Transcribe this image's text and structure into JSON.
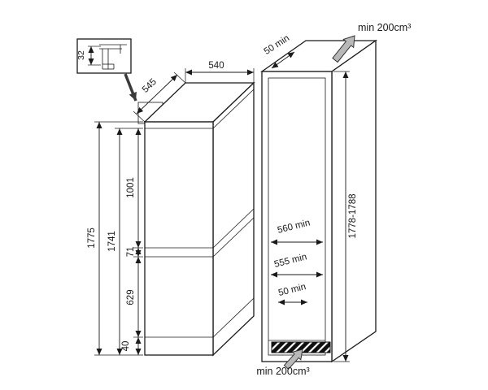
{
  "canvas": {
    "bg": "#ffffff",
    "line_color": "#1a1a1a",
    "vent_arrow_color": "#b8b8b8",
    "vent_hatch_color": "#101010"
  },
  "detail_inset": {
    "dim": "32"
  },
  "appliance": {
    "depth_top": "545",
    "width": "540",
    "height_overall": "1775",
    "height_recess": "1741",
    "upper_section": "1001",
    "hinge_gap": "71",
    "lower_section": "629",
    "base": "40"
  },
  "niche": {
    "top_clearance": "50 min",
    "top_vent": "min 200cm³",
    "height": "1778-1788",
    "depth": "560 min",
    "width": "555 min",
    "bottom_clearance": "50 min",
    "bottom_vent": "min 200cm³"
  }
}
